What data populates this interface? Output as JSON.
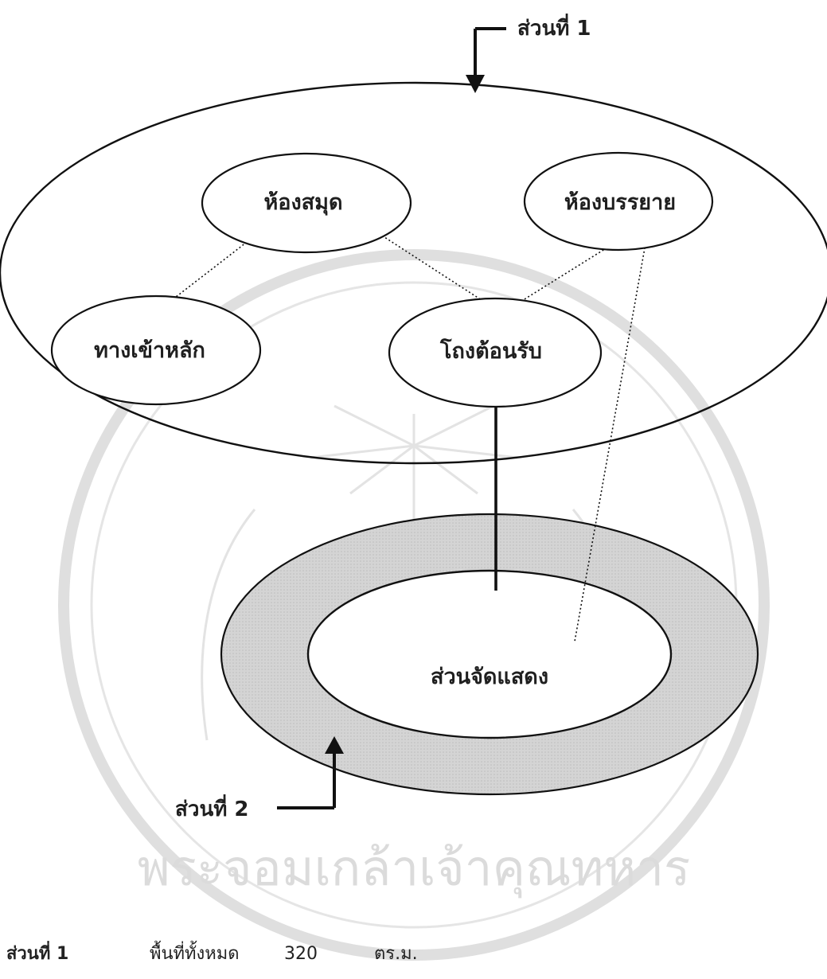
{
  "diagram": {
    "part1_label": "ส่วนที่ 1",
    "part2_label": "ส่วนที่ 2",
    "nodes": {
      "library": "ห้องสมุด",
      "lecture_room": "ห้องบรรยาย",
      "main_entrance": "ทางเข้าหลัก",
      "reception_hall": "โถงต้อนรับ",
      "exhibition": "ส่วนจัดแสดง"
    }
  },
  "footer": {
    "part_label": "ส่วนที่ 1",
    "area_label": "พื้นที่ทั้งหมด",
    "area_value": "320",
    "area_unit": "ตร.ม."
  },
  "watermark": {
    "arc_text": "พระจอมเกล้าเจ้าคุณทหาร"
  },
  "colors": {
    "line": "#111111",
    "ring_fill": "#cfcfcf",
    "watermark": "#d9d9d9"
  }
}
